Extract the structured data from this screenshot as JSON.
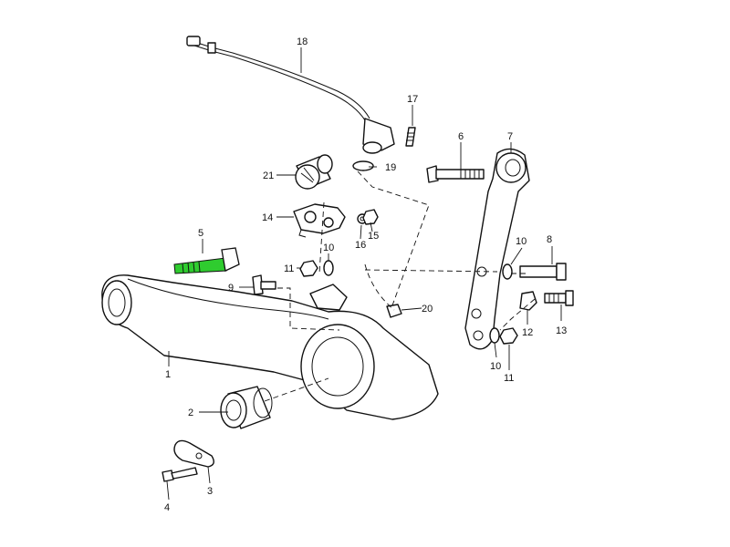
{
  "diagram": {
    "highlight_color": "#2fcc2f",
    "line_color": "#111111",
    "background": "#ffffff",
    "highlighted_part": "5",
    "callouts": {
      "c1": "1",
      "c2": "2",
      "c3": "3",
      "c4": "4",
      "c5": "5",
      "c6": "6",
      "c7": "7",
      "c8": "8",
      "c9": "9",
      "c10a": "10",
      "c10b": "10",
      "c10c": "10",
      "c11a": "11",
      "c11b": "11",
      "c12": "12",
      "c13": "13",
      "c14": "14",
      "c15": "15",
      "c16": "16",
      "c17": "17",
      "c18": "18",
      "c19": "19",
      "c20": "20",
      "c21": "21"
    }
  }
}
